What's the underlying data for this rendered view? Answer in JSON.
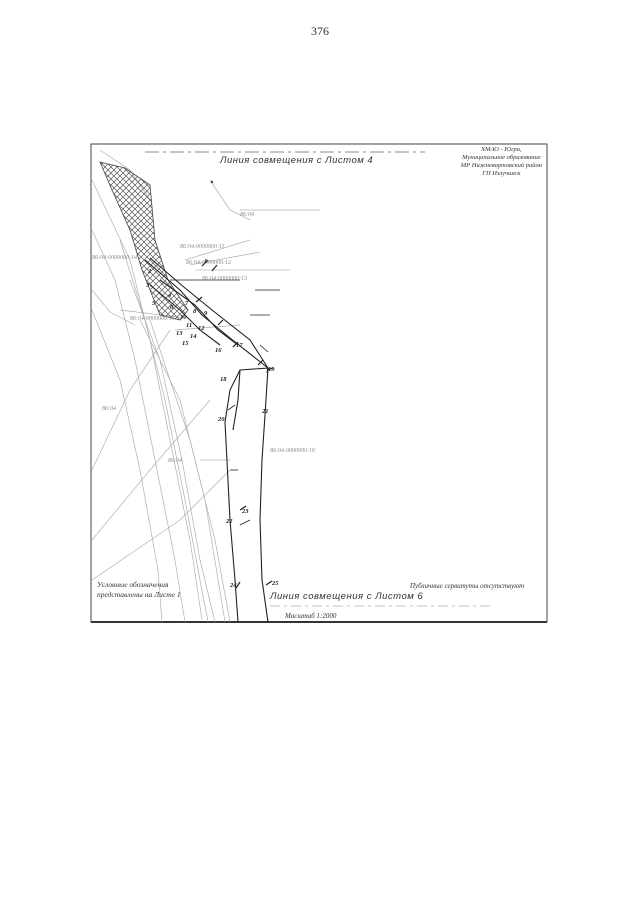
{
  "page": {
    "number": "376"
  },
  "map": {
    "title_top": "Линия совмещения с Листом 4",
    "title_bottom": "Линия совмещения с Листом 6",
    "corner_block": [
      "ХМАО - Югра,",
      "Муниципальное образование",
      "МР Нижневартовский район",
      "ГП Излучинск"
    ],
    "legend_note_lines": [
      "Условные обозначения",
      "представлены на Листе 1"
    ],
    "servitude_label": "Публичные сервитуты отсутствуют",
    "scale_label": "Масштаб 1:2000",
    "cadastral_labels": [
      "86:04",
      "86:04:0000000:11",
      "86:04:0000000:12",
      "86:04:0000000:13",
      "86:04:0000000:14",
      "86:04:0000000:15",
      "86:04:0000000:16",
      "86:04",
      "86:04"
    ],
    "point_labels": [
      "1",
      "2",
      "3",
      "4",
      "5",
      "6",
      "7",
      "8",
      "9",
      "10",
      "11",
      "12",
      "13",
      "14",
      "15",
      "16",
      "17",
      "18",
      "19",
      "20",
      "21",
      "22",
      "23",
      "24",
      "25"
    ]
  }
}
